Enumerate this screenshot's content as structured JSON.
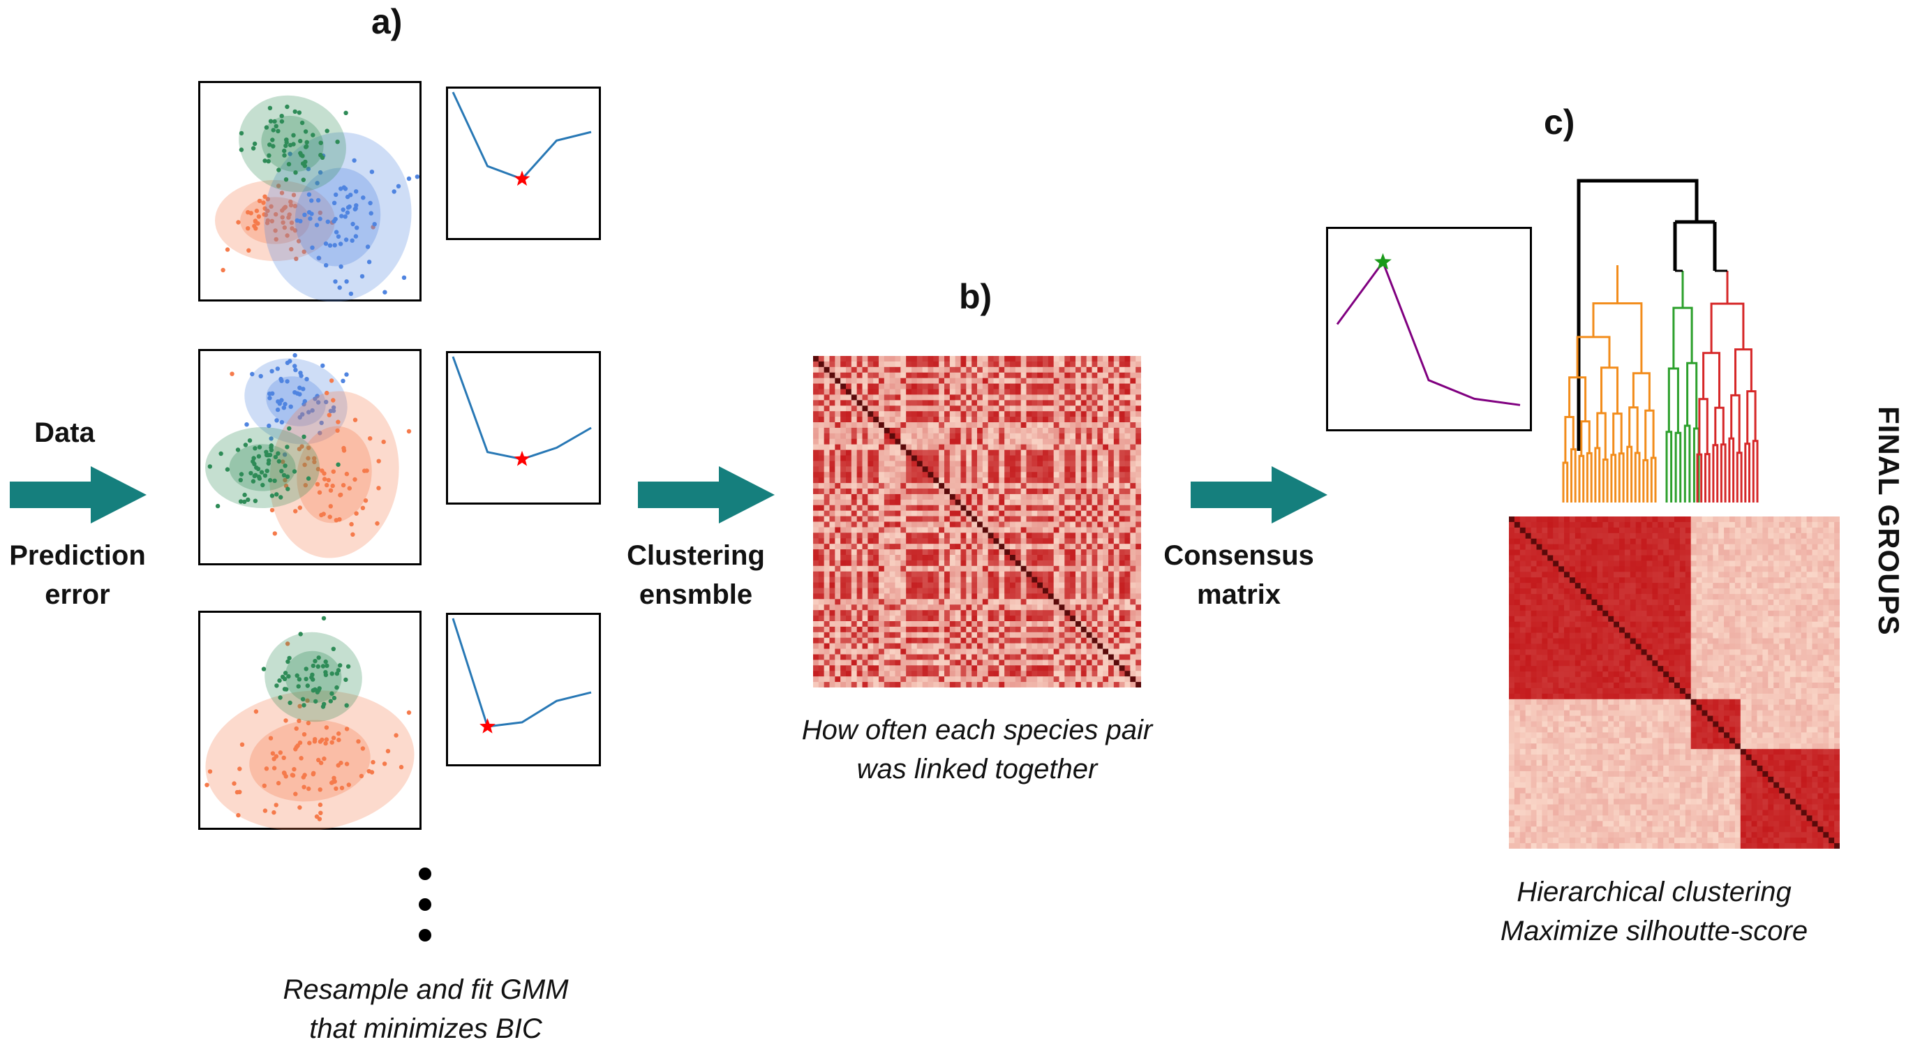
{
  "panels": {
    "a": "a)",
    "b": "b)",
    "c": "c)"
  },
  "input": {
    "data_label": "Data",
    "error_label_line1": "Prediction",
    "error_label_line2": "error"
  },
  "arrows": {
    "clustering_line1": "Clustering",
    "clustering_line2": "ensmble",
    "consensus_line1": "Consensus",
    "consensus_line2": "matrix"
  },
  "captions": {
    "a_line1": "Resample and fit GMM",
    "a_line2": "that minimizes BIC",
    "b_line1": "How often each species pair",
    "b_line2": "was linked together",
    "c_line1": "Hierarchical clustering",
    "c_line2": "Maximize silhoutte-score"
  },
  "final_groups": "FINAL GROUPS",
  "bic_curves": [
    {
      "values": [
        10,
        4.8,
        3.9,
        6.6,
        7.2
      ],
      "min_index": 2
    },
    {
      "values": [
        10,
        3.3,
        2.8,
        3.6,
        5.0
      ],
      "min_index": 2
    },
    {
      "values": [
        10,
        2.4,
        2.7,
        4.2,
        4.8
      ],
      "min_index": 1
    }
  ],
  "silhouette_curve": {
    "values": [
      3.2,
      5.2,
      1.4,
      0.8,
      0.6
    ],
    "max_index": 1
  },
  "colors": {
    "green": "#2e8b57",
    "blue": "#4f84e0",
    "orange": "#f57a4b",
    "teal_arrow": "#157f7d",
    "bic_line": "#2878b5",
    "silhouette_line": "#800080",
    "star_min": "#ff0000",
    "star_max": "#1a9a1a",
    "dendro_orange": "#f28c1b",
    "dendro_green": "#2ca02c",
    "dendro_red": "#d62728",
    "heat_dark": "#c81e1e",
    "heat_light": "#fbd5c8"
  },
  "consensus_groups": [
    0.55,
    0.15,
    0.3
  ]
}
